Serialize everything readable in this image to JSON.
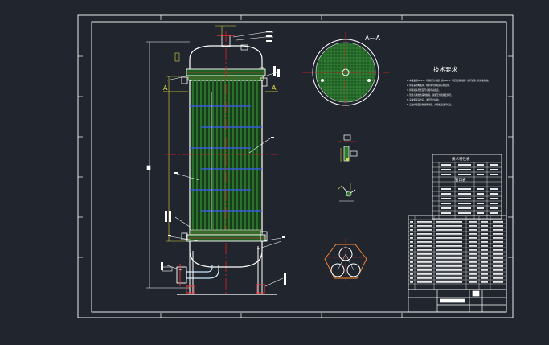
{
  "drawing": {
    "section_label": "A—A",
    "cut_mark": "A",
    "tech_title": "技术要求",
    "tech_notes": [
      "1. 本设备按GB150《钢制压力容器》和GB151《管壳式换热器》进行制造、检验和验收。",
      "2. 焊接采用电弧焊，焊条牌号按相关标准选用。",
      "3. 焊接接头型式及尺寸按有关规定。",
      "4. 管板与换热管采用胀接，试验压力按规定执行。",
      "5. 设备组装完毕后，进行压力试验。",
      "6. 设备外表面涂防锈漆两遍，并按规定进行标记。"
    ],
    "data_table_title": "技术特性表",
    "nozzle_table_title": "管口表",
    "colors": {
      "background": "#21262e",
      "line": "#ffffff",
      "shell_fill": "#1f5e24",
      "tube": "#2a7a2a",
      "baffle": "#3a5cff",
      "center_line": "#e02020",
      "dimension": "#d8d840",
      "flange": "#ff3030",
      "leader": "#ff3030",
      "nozzle_fill": "#c8e8ff"
    }
  }
}
